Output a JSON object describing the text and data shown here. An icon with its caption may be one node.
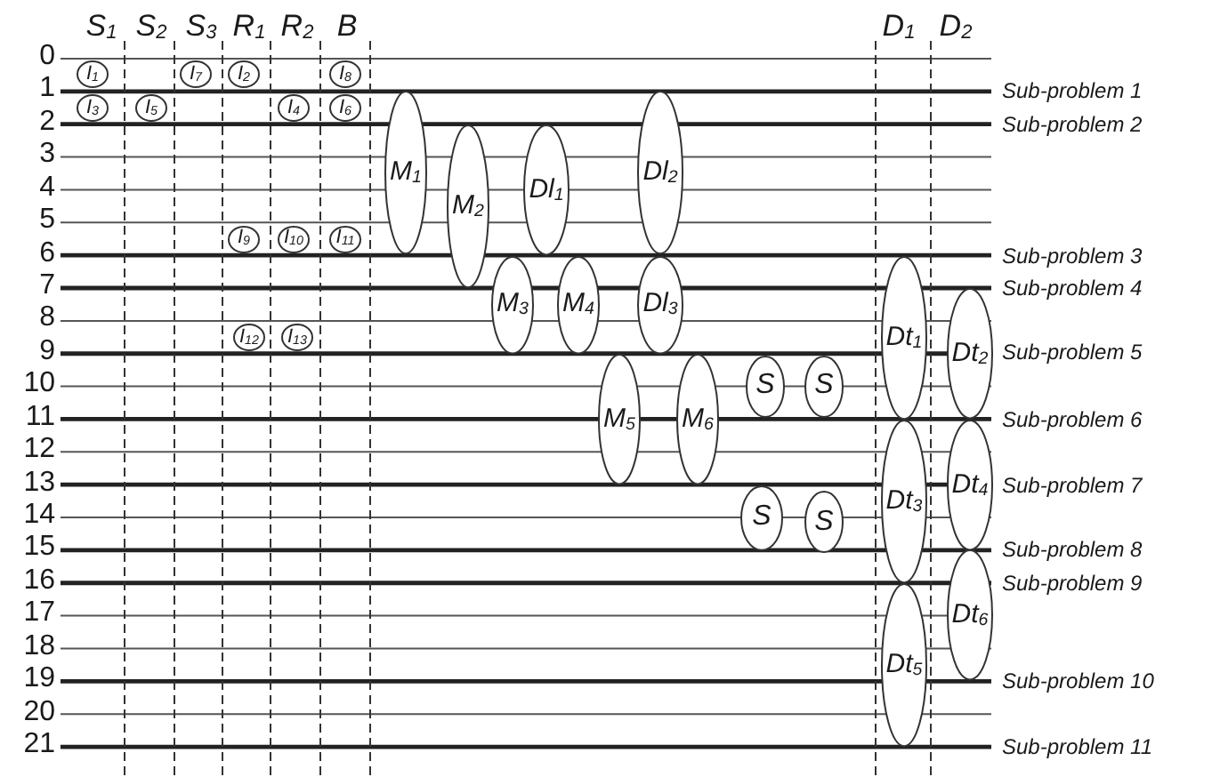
{
  "diagram": {
    "nodes": [
      {
        "text": [
          "I$_{1}$"
        ]
      },
      {
        "text": [
          "I$_{7}$"
        ]
      },
      {
        "text": [
          "I$_{2}$"
        ]
      },
      {
        "text": [
          "I$_{8}$"
        ]
      },
      {
        "text": [
          "I$_{3}$"
        ]
      },
      {
        "text": [
          "I$_{5}$"
        ]
      },
      {
        "text": [
          "I$_{4}$"
        ]
      },
      {
        "text": [
          "I$_{6}$"
        ]
      },
      {
        "text": [
          "M$_{1}$"
        ]
      },
      {
        "text": [
          "Dl$_{2}$"
        ]
      },
      {
        "text": [
          "M$_{2}$"
        ]
      },
      {
        "text": [
          "Dl$_{1}$"
        ]
      },
      {
        "text": [
          "I$_{9}$"
        ]
      },
      {
        "text": [
          "I$_{10}$"
        ]
      },
      {
        "text": [
          "I$_{11}$"
        ]
      },
      {
        "text": [
          "M$_{3}$"
        ]
      },
      {
        "text": [
          "M$_{4}$"
        ]
      },
      {
        "text": [
          "Dl$_{3}$"
        ]
      },
      {
        "text": [
          "Dt$_{1}$"
        ]
      },
      {
        "text": [
          "Dt$_{2}$"
        ]
      },
      {
        "text": [
          "I$_{12}$"
        ]
      },
      {
        "text": [
          "I$_{13}$"
        ]
      },
      {
        "text": [
          "M$_{5}$"
        ]
      },
      {
        "text": [
          "M$_{6}$"
        ]
      },
      {
        "text": [
          "S"
        ]
      },
      {
        "text": [
          "S"
        ]
      },
      {
        "text": [
          "Dt$_{3}$"
        ]
      },
      {
        "text": [
          "Dt$_{4}$"
        ]
      },
      {
        "text": [
          "S"
        ]
      },
      {
        "text": [
          "S"
        ]
      },
      {
        "text": [
          "Dt$_{6}$"
        ]
      },
      {
        "text": [
          "Dt$_{5}$"
        ]
      }
    ],
    "labels": [
      "S$_{1}$",
      "S$_{2}$",
      "S$_{3}$",
      "R$_{1}$",
      "R$_{2}$",
      "B",
      "D$_{1}$",
      "D$_{2}$",
      "0",
      "1",
      "2",
      "3",
      "4",
      "5",
      "6",
      "7",
      "8",
      "9",
      "10",
      "11",
      "12",
      "13",
      "14",
      "15",
      "16",
      "17",
      "18",
      "19",
      "20",
      "21",
      "Sub-problem 1",
      "Sub-problem 2",
      "Sub-problem 3",
      "Sub-problem 4",
      "Sub-problem 5",
      "Sub-problem 6",
      "Sub-problem 7",
      "Sub-problem 8",
      "Sub-problem 9",
      "Sub-problem 10",
      "Sub-problem 11"
    ]
  }
}
